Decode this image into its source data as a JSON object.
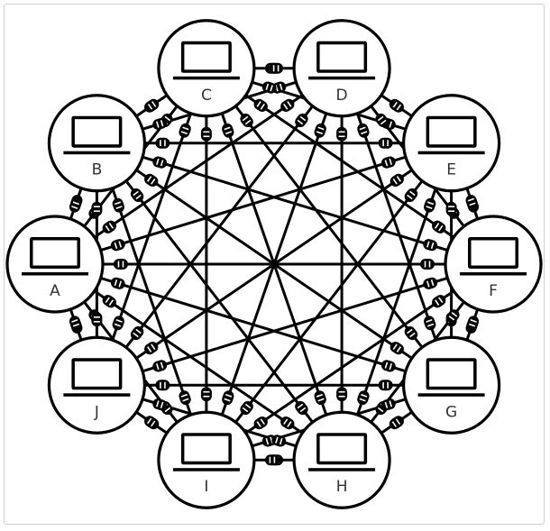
{
  "colors": {
    "stroke": "#000000",
    "background": "#ffffff",
    "frame": "#cfcfcf",
    "label": "#333333"
  },
  "icon": "laptop-icon",
  "connector_icon": "cable-connector-icon",
  "topology": "full-mesh",
  "nodes": [
    {
      "id": "A",
      "label": "A"
    },
    {
      "id": "B",
      "label": "B"
    },
    {
      "id": "C",
      "label": "C"
    },
    {
      "id": "D",
      "label": "D"
    },
    {
      "id": "E",
      "label": "E"
    },
    {
      "id": "F",
      "label": "F"
    },
    {
      "id": "G",
      "label": "G"
    },
    {
      "id": "H",
      "label": "H"
    },
    {
      "id": "I",
      "label": "I"
    },
    {
      "id": "J",
      "label": "J"
    }
  ]
}
